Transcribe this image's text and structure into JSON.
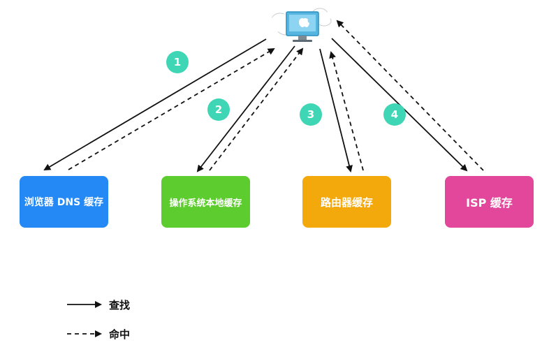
{
  "nodes": {
    "browser": {
      "label": "浏览器 DNS 缓存",
      "color": "#2488f5"
    },
    "os": {
      "label": "操作系统本地缓存",
      "color": "#5dcc2e"
    },
    "router": {
      "label": "路由器缓存",
      "color": "#f3a80b"
    },
    "isp": {
      "label": "ISP 缓存",
      "color": "#e2479b"
    }
  },
  "steps": [
    "1",
    "2",
    "3",
    "4"
  ],
  "legend": {
    "lookup": "查找",
    "hit": "命中"
  }
}
